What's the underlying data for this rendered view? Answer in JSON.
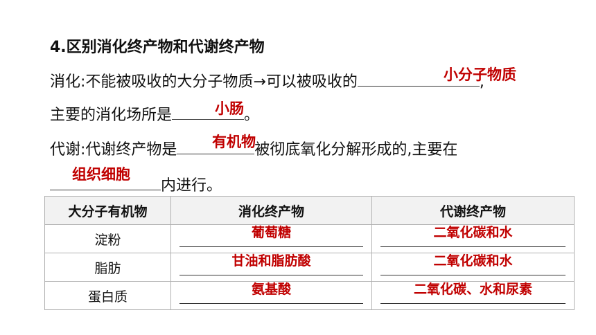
{
  "heading": "4.区别消化终产物和代谢终产物",
  "line1": {
    "text": "消化:不能被吸收的大分子物质→可以被吸收的",
    "end": ",",
    "answer": "小分子物质"
  },
  "line2": {
    "text": "主要的消化场所是",
    "end": "。",
    "answer": "小肠"
  },
  "line3": {
    "text": "代谢:代谢终产物是",
    "after": "被彻底氧化分解形成的,主要在",
    "answer": "有机物"
  },
  "line4": {
    "end": "内进行。",
    "answer": "组织细胞"
  },
  "table": {
    "headers": [
      "大分子有机物",
      "消化终产物",
      "代谢终产物"
    ],
    "rows": [
      {
        "name": "淀粉",
        "digest": "葡萄糖",
        "metab": "二氧化碳和水"
      },
      {
        "name": "脂肪",
        "digest": "甘油和脂肪酸",
        "metab": "二氧化碳和水"
      },
      {
        "name": "蛋白质",
        "digest": "氨基酸",
        "metab": "二氧化碳、水和尿素"
      }
    ]
  },
  "colors": {
    "answer": "#c00000",
    "text": "#111111",
    "border": "#b0b0b0"
  }
}
